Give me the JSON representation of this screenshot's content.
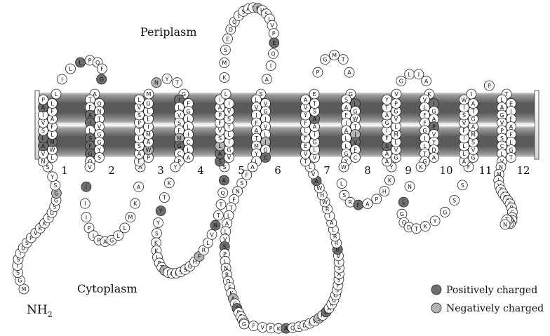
{
  "labels": {
    "periplasm": "Periplasm",
    "cytoplasm": "Cytoplasm",
    "n_terminus_base": "NH",
    "n_terminus_sub": "2"
  },
  "legend": {
    "positive": "Positively charged",
    "negative": "Negatively charged"
  },
  "colors": {
    "positive": "#6e6e6e",
    "negative": "#b4b4b4",
    "neutral": "#ffffff",
    "membrane_dark": "#5a5a5a",
    "membrane_light": "#d2d2d2"
  },
  "helices": [
    {
      "number": "1",
      "residues": "NLVWAMLLSFVAIFALP"
    },
    {
      "number": "2",
      "residues": "TQFNATIVLGSGFYGSQ"
    },
    {
      "number": "3",
      "residues": "EPAWSALMTIPLSLVGL"
    },
    {
      "number": "4",
      "residues": "IFLGVLSLFIMCGLCAP"
    },
    {
      "number": "5",
      "residues": "SVAGLISLVYFSPVAII"
    },
    {
      "number": "6",
      "residues": "LVVGIIFVALTIMGYCL"
    },
    {
      "number": "7",
      "residues": "TVVLEGFILAFAYSVTA"
    },
    {
      "number": "8",
      "residues": "SLAGFWITAILVLFGCY"
    },
    {
      "number": "9",
      "residues": "AGAVSLFMILGVAGTPY"
    },
    {
      "number": "10",
      "residues": "VILGFAFPGVIYLDTAG"
    },
    {
      "number": "11",
      "residues": "AGLVLSIMFAVGSTIAW"
    },
    {
      "number": "12",
      "residues": "LEAIGFVAPFSLCGLTV"
    }
  ],
  "loops": {
    "nterm": "MGSISIDSPVKKLGSGGSYS",
    "c1": "VIIIPIPAGLLMKAA",
    "p1": "LILLPQFGA",
    "c2": "YKTYYSKKLPTVPGESSGHFRLVNTTQAS",
    "p2": "MNYTG",
    "c3": "AFSNFTLALVSPLNRDEKAGPDFSS",
    "p3": "LKMSEDQLSAYKHSLVPEQIAS",
    "c4": "GFVPKAQLDEVSHDAKQGSFSASLVRRRLAIRWHWAVL",
    "p4": "EPGMTAG",
    "c5": "WLSRFAPHKY",
    "p5": "VGLIAK",
    "c6": "KNLGQDTKYGSSF",
    "p6": "IPT",
    "c7": "NMIVTIGFSRGQ",
    "cterm": "SQTATN"
  },
  "positive_residues": [
    24,
    25,
    26,
    34,
    40,
    44,
    50,
    52,
    56,
    58,
    60,
    64,
    100,
    112,
    120,
    140,
    144,
    146,
    148,
    180,
    200,
    212,
    222,
    232,
    240,
    252,
    262,
    276,
    290,
    300,
    310,
    320,
    340,
    346,
    358
  ],
  "negative_residues": [
    16,
    52,
    60,
    81,
    96,
    110,
    128,
    136,
    150,
    174,
    196,
    220,
    238,
    262,
    298
  ]
}
